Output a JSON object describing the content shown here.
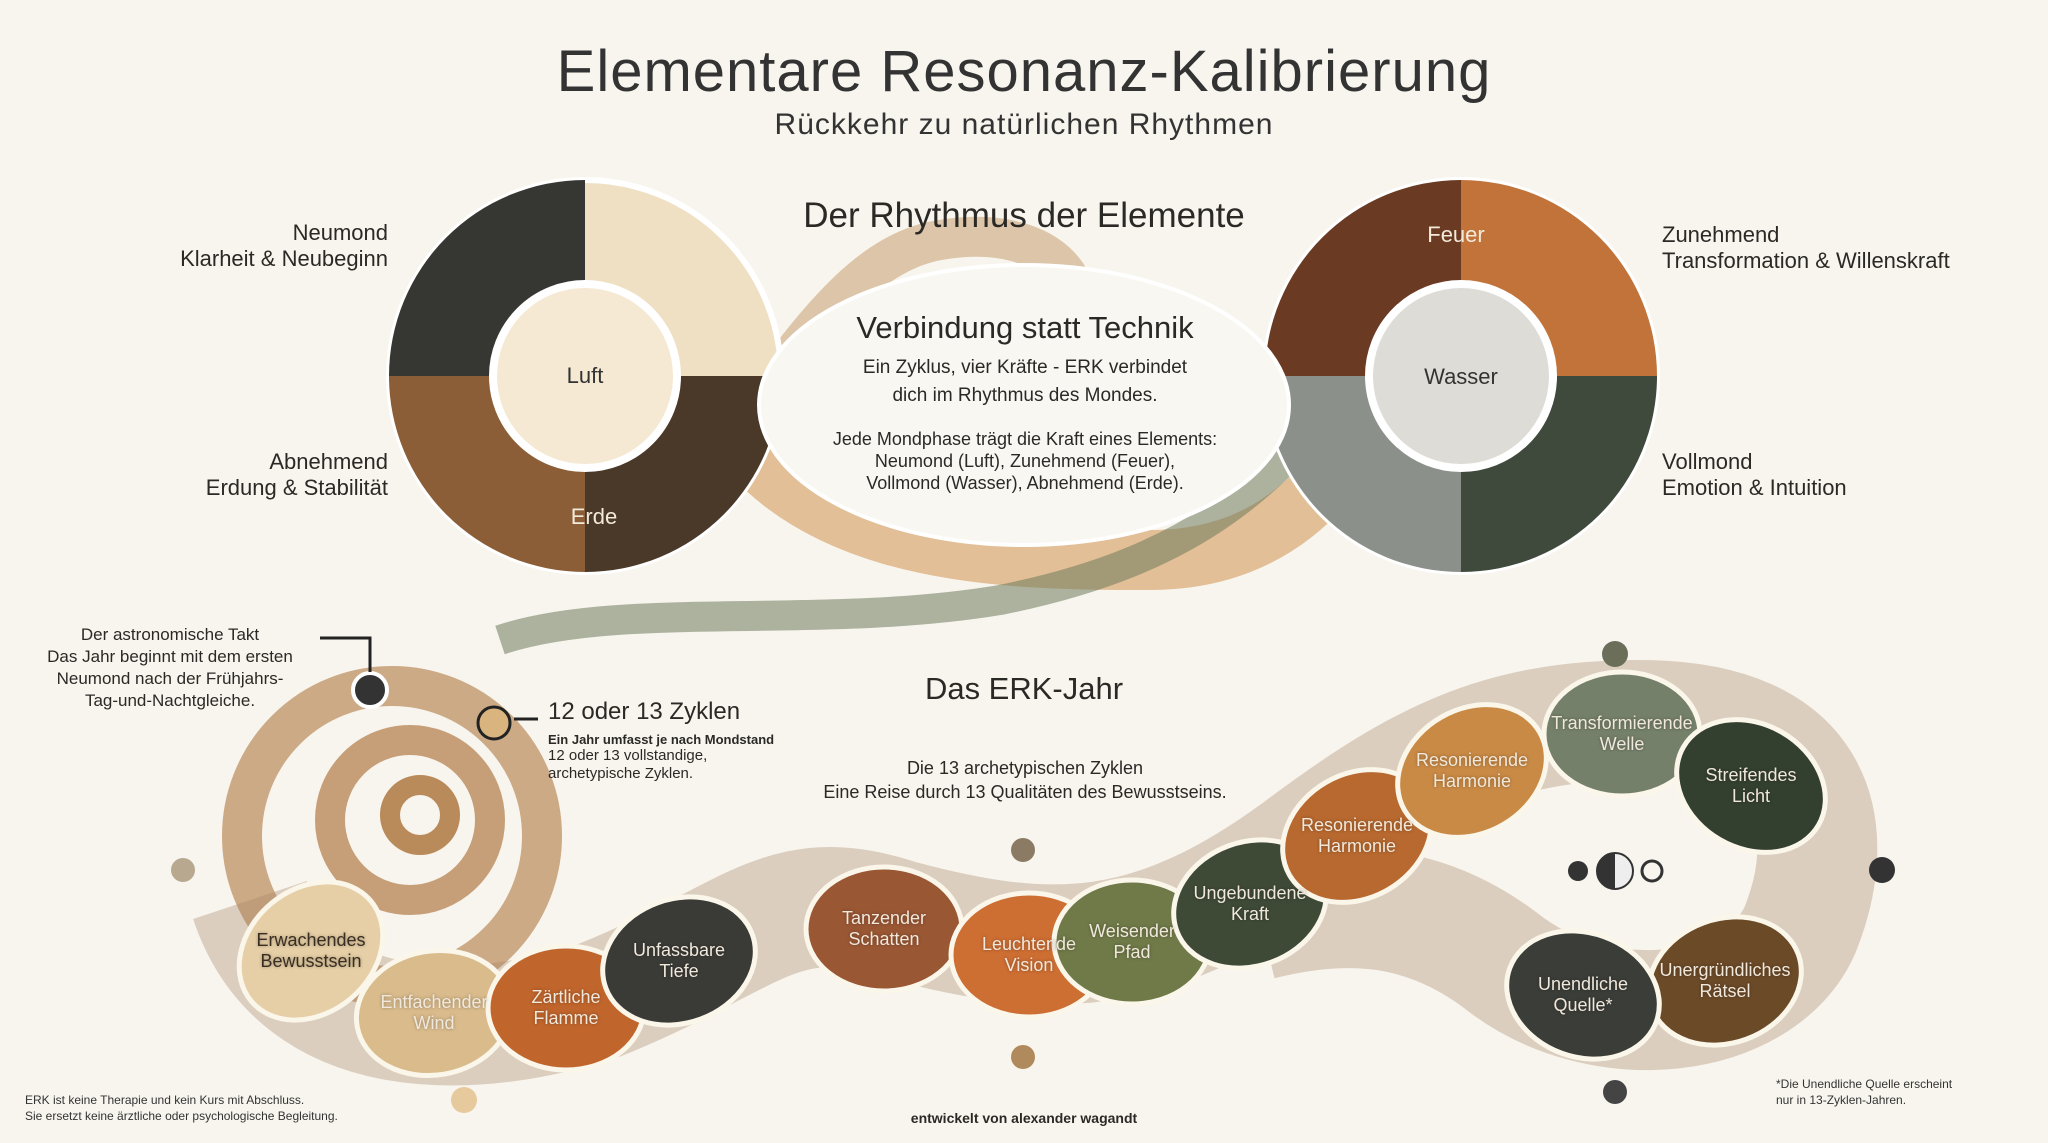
{
  "header": {
    "title": "Elementare Resonanz-Kalibrierung",
    "subtitle": "Rückkehr zu natürlichen Rhythmen"
  },
  "elements_section": {
    "title": "Der Rhythmus der Elemente",
    "center_title": "Verbindung statt Technik",
    "center_lines": [
      "Ein Zyklus, vier Kräfte - ERK verbindet",
      "dich im Rhythmus des Mondes."
    ],
    "center_detail": [
      "Jede Mondphase trägt die Kraft eines Elements:",
      "Neumond (Luft), Zunehmend (Feuer),",
      "Vollmond (Wasser), Abnehmend (Erde)."
    ],
    "left_circle": {
      "center_label": "Luft",
      "lower_label": "Erde"
    },
    "right_circle": {
      "center_label": "Wasser",
      "upper_label": "Feuer"
    },
    "phases": [
      {
        "name": "Neumond",
        "quality": "Klarheit & Neubeginn"
      },
      {
        "name": "Abnehmend",
        "quality": "Erdung & Stabilität"
      },
      {
        "name": "Zunehmend",
        "quality": "Transformation & Willenskraft"
      },
      {
        "name": "Vollmond",
        "quality": "Emotion & Intuition"
      }
    ],
    "colors": {
      "luft": "#e9d3ad",
      "erde": "#6b4a2e",
      "feuer": "#b5602a",
      "wasser": "#4c5a48",
      "dark": "#2f2f2b"
    }
  },
  "year_section": {
    "title": "Das ERK-Jahr",
    "astro": {
      "lines": [
        "Der astronomische Takt",
        "Das Jahr beginnt mit dem ersten",
        "Neumond nach der Frühjahrs-",
        "Tag-und-Nachtgleiche."
      ]
    },
    "cycles": {
      "title": "12 oder 13 Zyklen",
      "bold": "Ein Jahr umfasst je nach Mondstand",
      "lines": [
        "12 oder 13 vollstandige,",
        "archetypische Zyklen."
      ]
    },
    "intro": [
      "Die 13 archetypischen Zyklen",
      "Eine Reise durch 13 Qualitäten des Bewusstseins."
    ],
    "segments": [
      {
        "l1": "Erwachendes",
        "l2": "Bewusstsein",
        "color": "#e6cfa6"
      },
      {
        "l1": "Entfachender",
        "l2": "Wind",
        "color": "#d9bb8c"
      },
      {
        "l1": "Zärtliche",
        "l2": "Flamme",
        "color": "#c0652c"
      },
      {
        "l1": "Unfassbare",
        "l2": "Tiefe",
        "color": "#3a3a36"
      },
      {
        "l1": "Tanzender",
        "l2": "Schatten",
        "color": "#9a5734"
      },
      {
        "l1": "Leuchtende",
        "l2": "Vision",
        "color": "#cd6e33"
      },
      {
        "l1": "Weisender",
        "l2": "Pfad",
        "color": "#6f7a48"
      },
      {
        "l1": "Ungebundene",
        "l2": "Kraft",
        "color": "#3e4a36"
      },
      {
        "l1": "Resonierende",
        "l2": "Harmonie",
        "color": "#b8692f"
      },
      {
        "l1": "Resonierende",
        "l2": "Harmonie",
        "color": "#c98a45"
      },
      {
        "l1": "Transformierende",
        "l2": "Welle",
        "color": "#75806a"
      },
      {
        "l1": "Streifendes",
        "l2": "Licht",
        "color": "#34402f"
      },
      {
        "l1": "Unergründliches",
        "l2": "Rätsel",
        "color": "#6b4a28"
      },
      {
        "l1": "Unendliche",
        "l2": "Quelle*",
        "color": "#3b3d38"
      }
    ]
  },
  "footer": {
    "disclaimer": [
      "ERK ist keine Therapie und kein Kurs mit Abschluss.",
      "Sie ersetzt keine ärztliche oder psychologische Begleitung."
    ],
    "credit": "entwickelt von alexander wagandt",
    "footnote": [
      "*Die Unendliche Quelle erscheint",
      "nur in 13-Zyklen-Jahren."
    ]
  }
}
